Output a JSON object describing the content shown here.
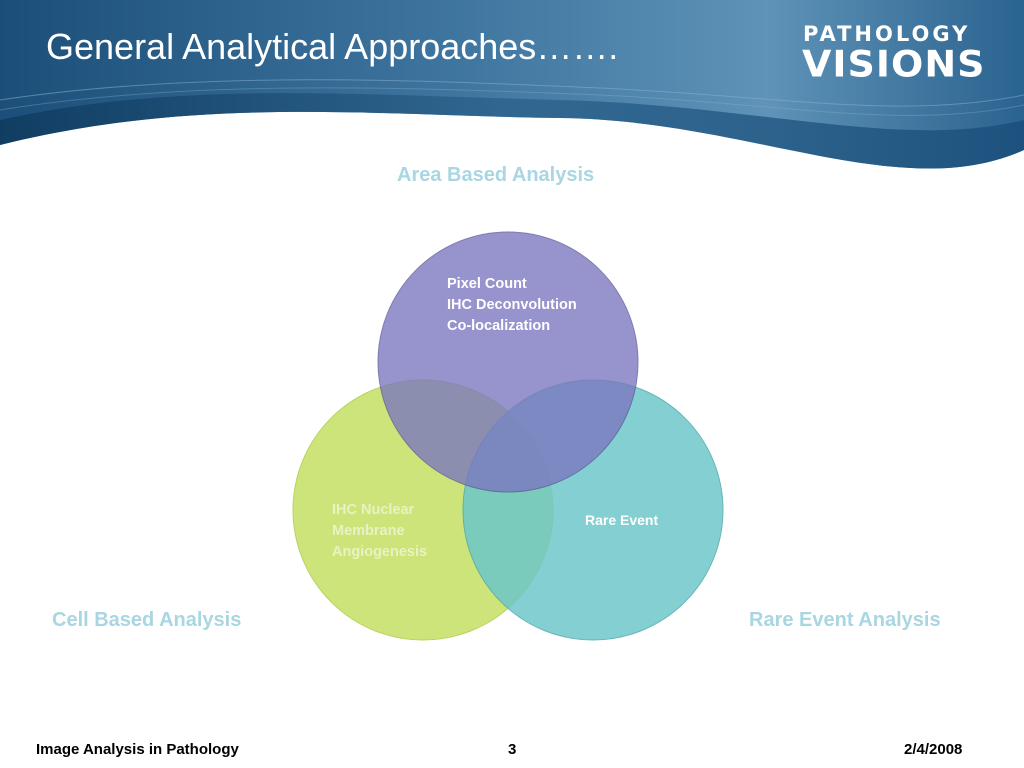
{
  "slide": {
    "title": "General Analytical Approaches……."
  },
  "logo": {
    "line1": "PATHOLOGY",
    "line2": "VISIONS"
  },
  "categories": {
    "area": "Area Based Analysis",
    "cell": "Cell Based Analysis",
    "rare": "Rare Event Analysis"
  },
  "circles": {
    "area": {
      "items": [
        "Pixel Count",
        "IHC Deconvolution",
        "Co-localization"
      ],
      "color": "#8a86c8"
    },
    "cell": {
      "items": [
        "IHC Nuclear",
        "Membrane",
        "Angiogenesis"
      ],
      "color": "#c8e26e"
    },
    "rare": {
      "items": [
        "Rare Event"
      ],
      "color": "#6ec7c9"
    }
  },
  "footer": {
    "left": "Image Analysis in Pathology",
    "page_number": "3",
    "date": "2/4/2008"
  },
  "colors": {
    "banner_dark": "#1c5a86",
    "banner_light": "#5a8fb3",
    "category_label": "#a8d6e2"
  }
}
